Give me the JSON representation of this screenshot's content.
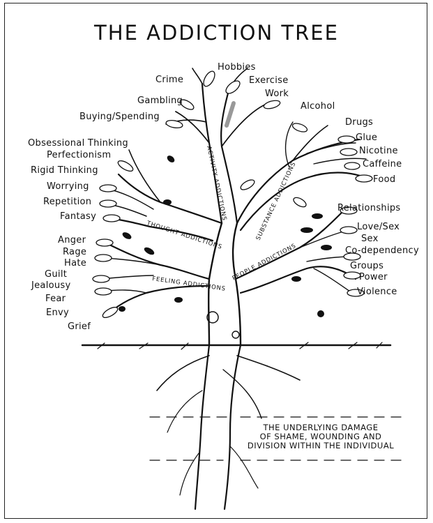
{
  "title": "THE ADDICTION TREE",
  "branches": {
    "activity": "ACTIVITY ADDICTIONS",
    "substance": "SUBSTANCE ADDICTIONS",
    "thought": "THOUGHT ADDICTIONS",
    "feeling": "FEELING ADDICTIONS",
    "people": "PEOPLE ADDICTIONS"
  },
  "activity_items": [
    "Hobbies",
    "Crime",
    "Exercise",
    "Work",
    "Gambling",
    "Buying/Spending"
  ],
  "substance_items": [
    "Alcohol",
    "Drugs",
    "Glue",
    "Nicotine",
    "Caffeine",
    "Food"
  ],
  "thought_items": [
    "Obsessional Thinking",
    "Perfectionism",
    "Rigid Thinking",
    "Worrying",
    "Repetition",
    "Fantasy"
  ],
  "feeling_items": [
    "Anger",
    "Rage",
    "Hate",
    "Guilt",
    "Jealousy",
    "Fear",
    "Envy",
    "Grief"
  ],
  "people_items": [
    "Relationships",
    "Love/Sex",
    "Sex",
    "Co-dependency",
    "Groups",
    "Power",
    "Violence"
  ],
  "roots_caption": [
    "THE UNDERLYING DAMAGE",
    "OF SHAME, WOUNDING AND",
    "DIVISION WITHIN THE INDIVIDUAL"
  ]
}
